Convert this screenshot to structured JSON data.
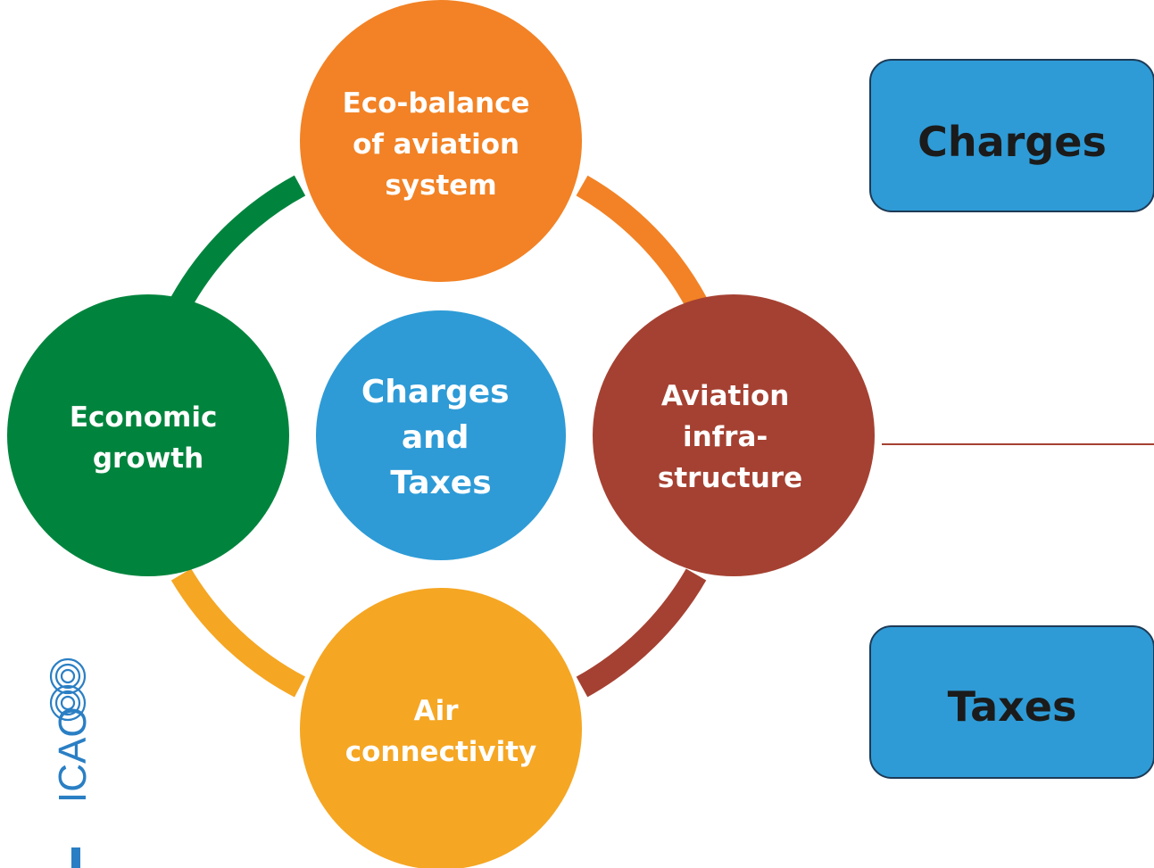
{
  "diagram": {
    "center": {
      "lines": [
        "Charges",
        "and",
        "Taxes"
      ],
      "color": "#2E9BD6"
    },
    "nodes": {
      "top": {
        "lines": [
          "Eco-balance",
          "of aviation",
          "system"
        ],
        "color": "#F28225"
      },
      "right": {
        "lines": [
          "Aviation",
          "infra-",
          "structure"
        ],
        "color": "#A54132"
      },
      "bottom": {
        "lines": [
          "Air",
          "connectivity"
        ],
        "color": "#F5A623"
      },
      "left": {
        "lines": [
          "Economic",
          "growth"
        ],
        "color": "#00843D"
      }
    },
    "ring": {
      "top_left": "#00843D",
      "top_right": "#F28225",
      "bottom_right": "#A54132",
      "bottom_left": "#F5A623"
    }
  },
  "side_boxes": {
    "charges": "Charges",
    "taxes": "Taxes",
    "color": "#2E9BD6",
    "divider_color": "#A54132"
  },
  "logo": {
    "text": "ICAO",
    "color": "#2A7FC4"
  }
}
